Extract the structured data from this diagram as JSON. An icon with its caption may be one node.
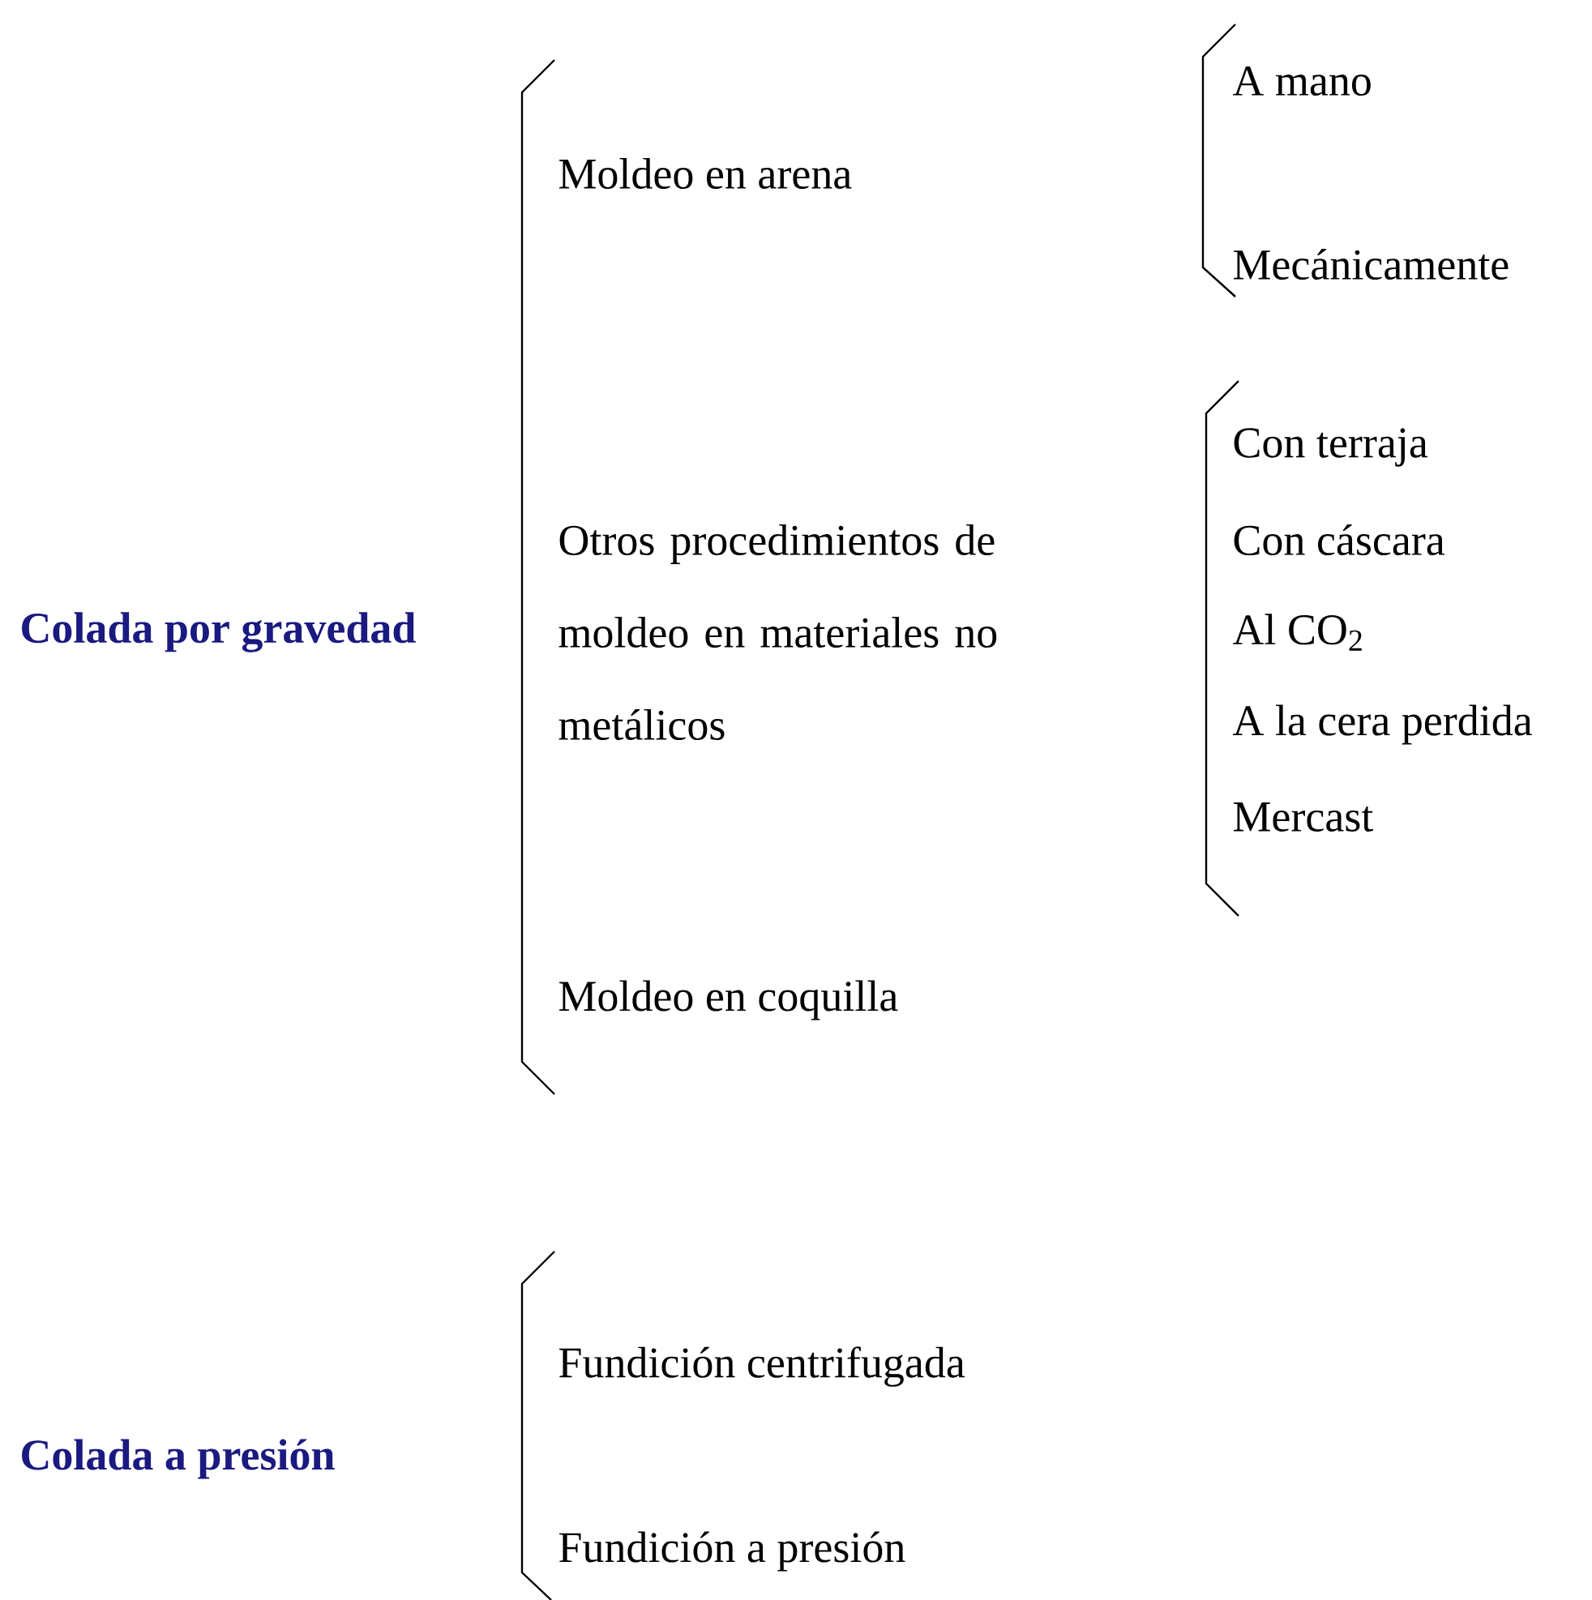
{
  "diagram": {
    "labels": [
      "A mano",
      "Moldeo en arena",
      "Mecánicamente",
      "Con terraja",
      "Otros procedimientos de moldeo en materiales no metálicos",
      "Con cáscara",
      "Colada por gravedad",
      "Al CO$_{2}$",
      "A la cera perdida",
      "Mercast",
      "Moldeo en coquilla",
      "Fundición centrifugada",
      "Colada a presión",
      "Fundición a presión"
    ]
  }
}
